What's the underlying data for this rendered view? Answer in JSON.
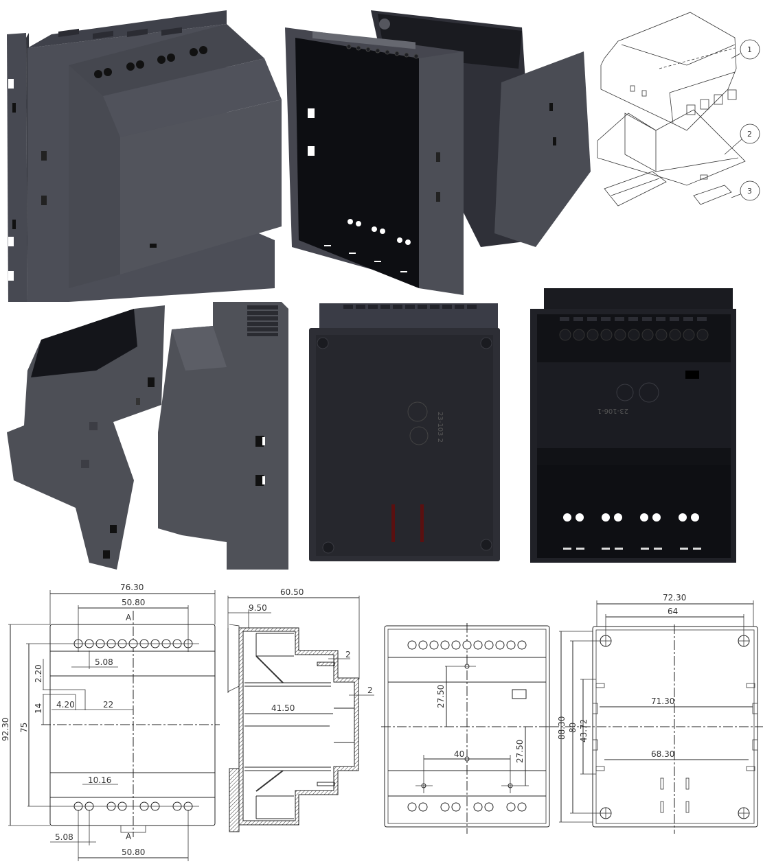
{
  "photos": {
    "photo1": {
      "label": "enclosure-front-three-quarter",
      "body_color": "#4a4c55",
      "dark_color": "#2e3038"
    },
    "photo2": {
      "label": "enclosure-open-interior",
      "body_color": "#3e4049",
      "dark_color": "#15161b"
    },
    "photo3": {
      "label": "enclosure-side-open",
      "body_color": "#4d4f56"
    },
    "photo4": {
      "label": "enclosure-base-inside",
      "body_color": "#2c2d33",
      "markings": "23-103 2"
    },
    "photo5": {
      "label": "enclosure-top-inside",
      "body_color": "#22232a",
      "markings": "23-106-1"
    }
  },
  "exploded_view": {
    "callouts": [
      "1",
      "2",
      "3"
    ]
  },
  "drawing_front": {
    "width_total": "76.30",
    "holes_span_top": "50.80",
    "section_marker": "A",
    "pitch_top": "5.08",
    "offset_2": "2.20",
    "offset_14": "14",
    "offset_420": "4.20",
    "offset_22": "22",
    "height_total": "92.30",
    "height_75": "75",
    "pitch_bottom_group": "10.16",
    "pitch_bottom": "5.08",
    "holes_span_bottom": "50.80",
    "top_holes_count": 11,
    "bottom_holes_count": 8
  },
  "drawing_section": {
    "depth_total": "60.50",
    "lip": "9.50",
    "wall_a": "2",
    "wall_b": "2",
    "inner_depth": "41.50"
  },
  "drawing_back": {
    "dim_upper": "27.50",
    "dim_lower": "27.50",
    "dim_span": "40"
  },
  "drawing_base": {
    "width_total": "72.30",
    "screw_span": "64",
    "inner_upper": "71.30",
    "inner_lower": "68.30",
    "height_total": "88.30",
    "height_screw": "80",
    "height_clip": "43.72"
  }
}
